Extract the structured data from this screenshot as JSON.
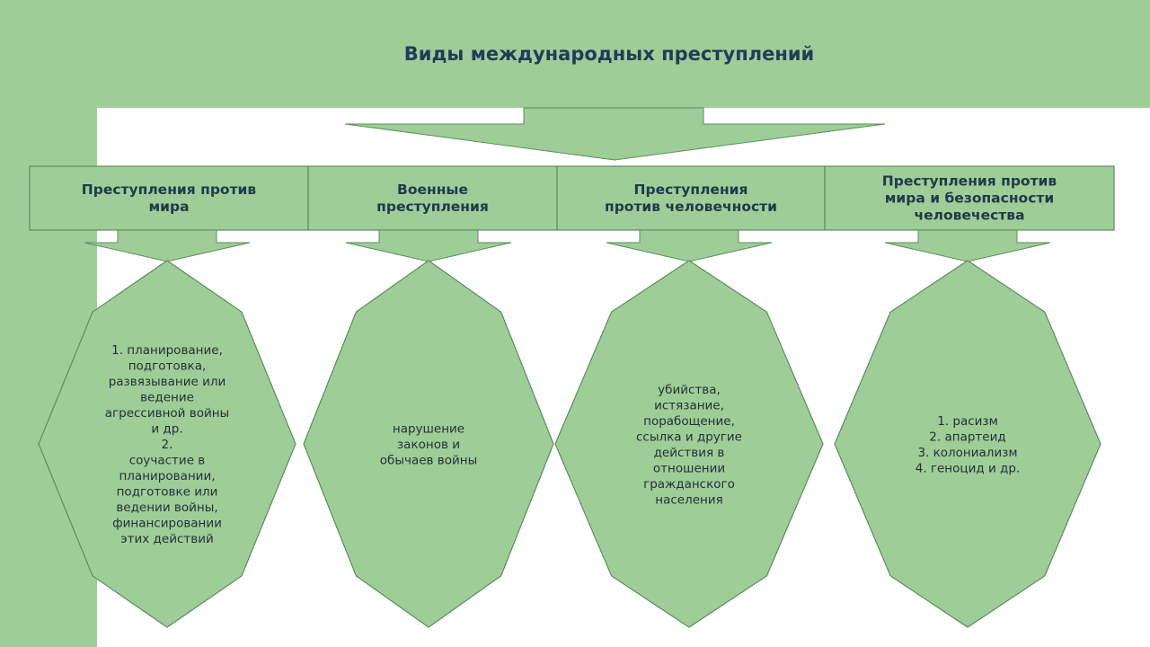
{
  "title": "Виды международных преступлений",
  "colors": {
    "fill": "#9fcd98",
    "stroke": "#5b8d5e",
    "title_text": "#1f3d5a",
    "text": "#1f3033"
  },
  "columns": [
    {
      "category": [
        "Преступления против",
        "мира"
      ],
      "details": [
        "1. планирование,",
        "подготовка,",
        "развязывание или",
        "ведение",
        "агрессивной войны",
        "и др.",
        "2.",
        "соучастие в",
        "планировании,",
        "подготовке или",
        "ведении войны,",
        "финансировании",
        "этих действий"
      ]
    },
    {
      "category": [
        "Военные",
        "преступления"
      ],
      "details": [
        "нарушение",
        "законов и",
        "обычаев войны"
      ]
    },
    {
      "category": [
        "Преступления",
        "против человечности"
      ],
      "details": [
        "убийства,",
        "истязание,",
        "порабощение,",
        "ссылка и другие",
        "действия в",
        "отношении",
        "гражданского",
        "населения"
      ]
    },
    {
      "category": [
        "Преступления против",
        "мира и безопасности",
        "человечества"
      ],
      "details": [
        "1.    расизм",
        "2. апартеид",
        "3. колониализм",
        "4. геноцид и др."
      ]
    }
  ]
}
